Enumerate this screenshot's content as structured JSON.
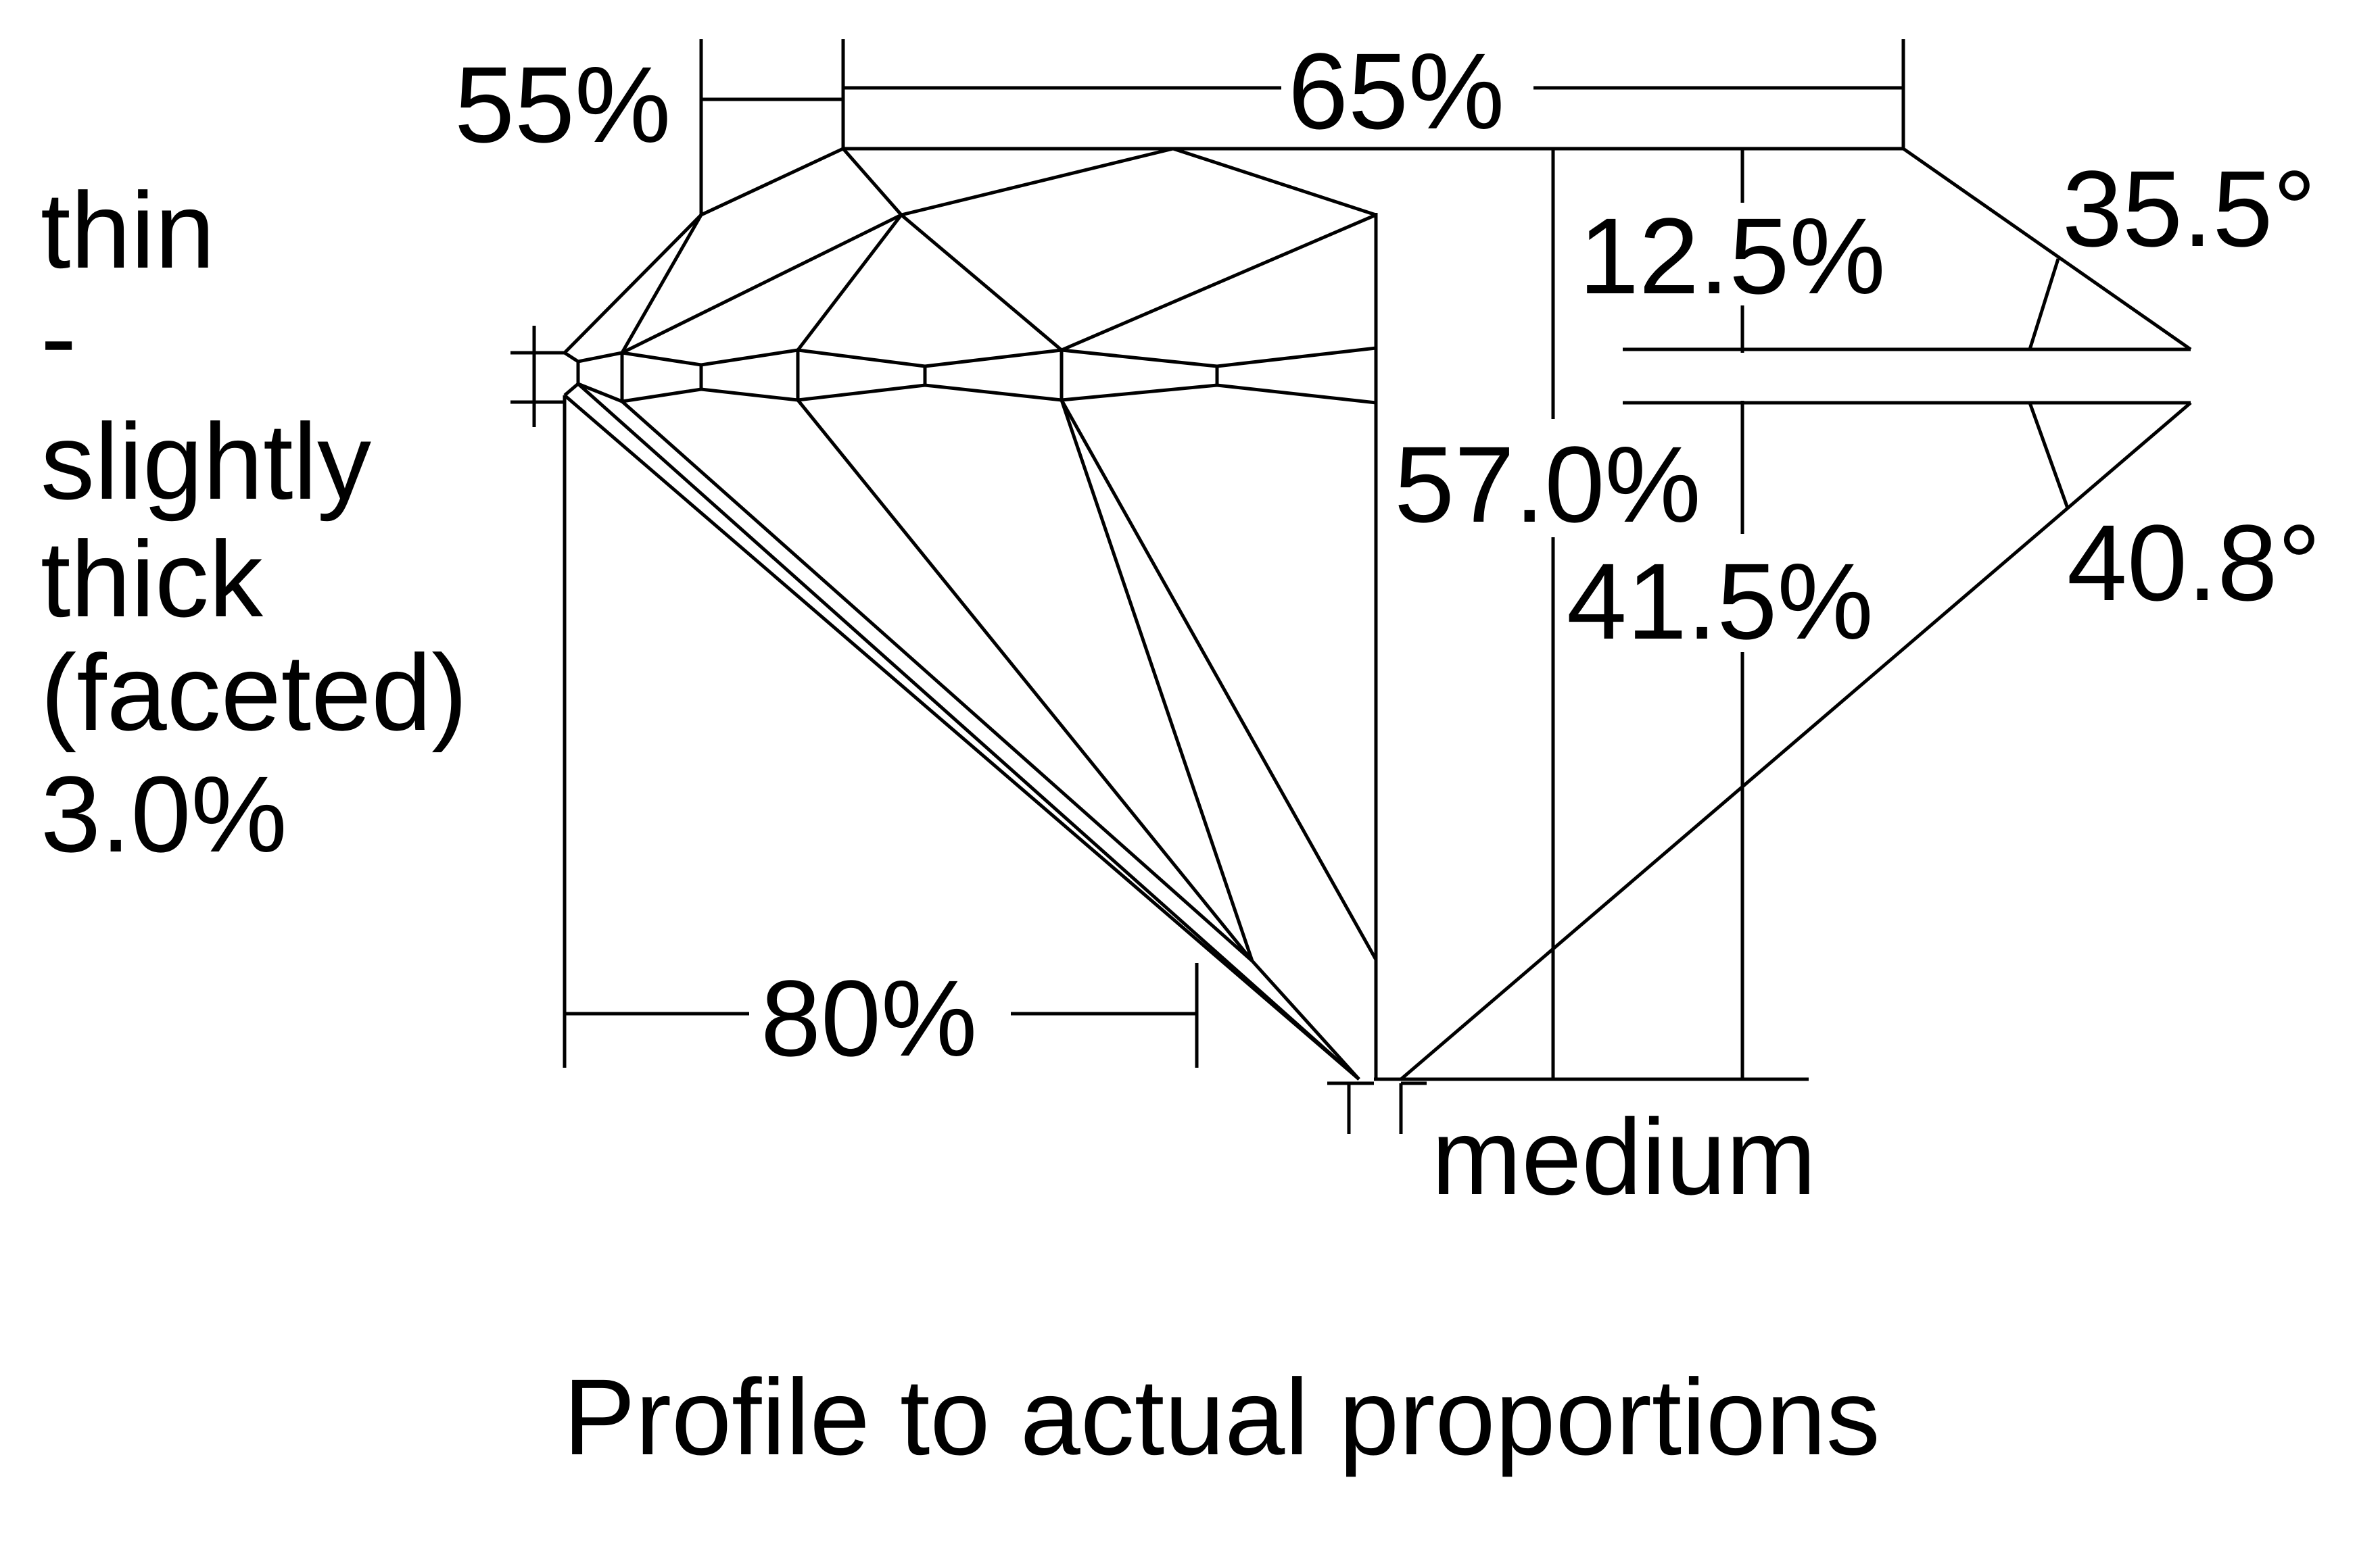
{
  "labels": {
    "table_percent": "55%",
    "crown_width_percent": "65%",
    "crown_height_percent": "12.5%",
    "total_depth_percent": "57.0%",
    "pavilion_depth_percent": "41.5%",
    "crown_angle": "35.5°",
    "pavilion_angle": "40.8°",
    "lower_half_percent": "80%",
    "culet": "medium",
    "girdle_lines": [
      "thin",
      "-",
      "slightly",
      "thick",
      "(faceted)",
      "3.0%"
    ]
  },
  "caption": "Profile to actual proportions"
}
